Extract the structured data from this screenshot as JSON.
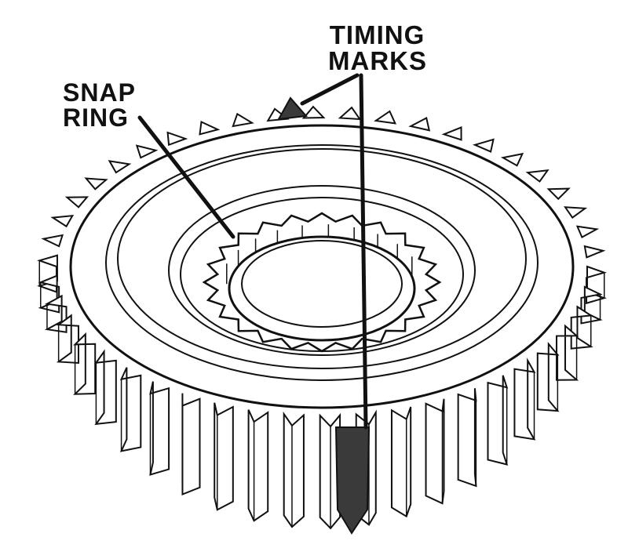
{
  "labels": {
    "timing_marks": "TIMING\nMARKS",
    "snap_ring": "SNAP\nRING"
  },
  "colors": {
    "ink": "#111111",
    "paper": "#ffffff",
    "mark": "#3a3a3a"
  },
  "gear": {
    "outer_teeth": 46,
    "inner_splines": 24
  }
}
